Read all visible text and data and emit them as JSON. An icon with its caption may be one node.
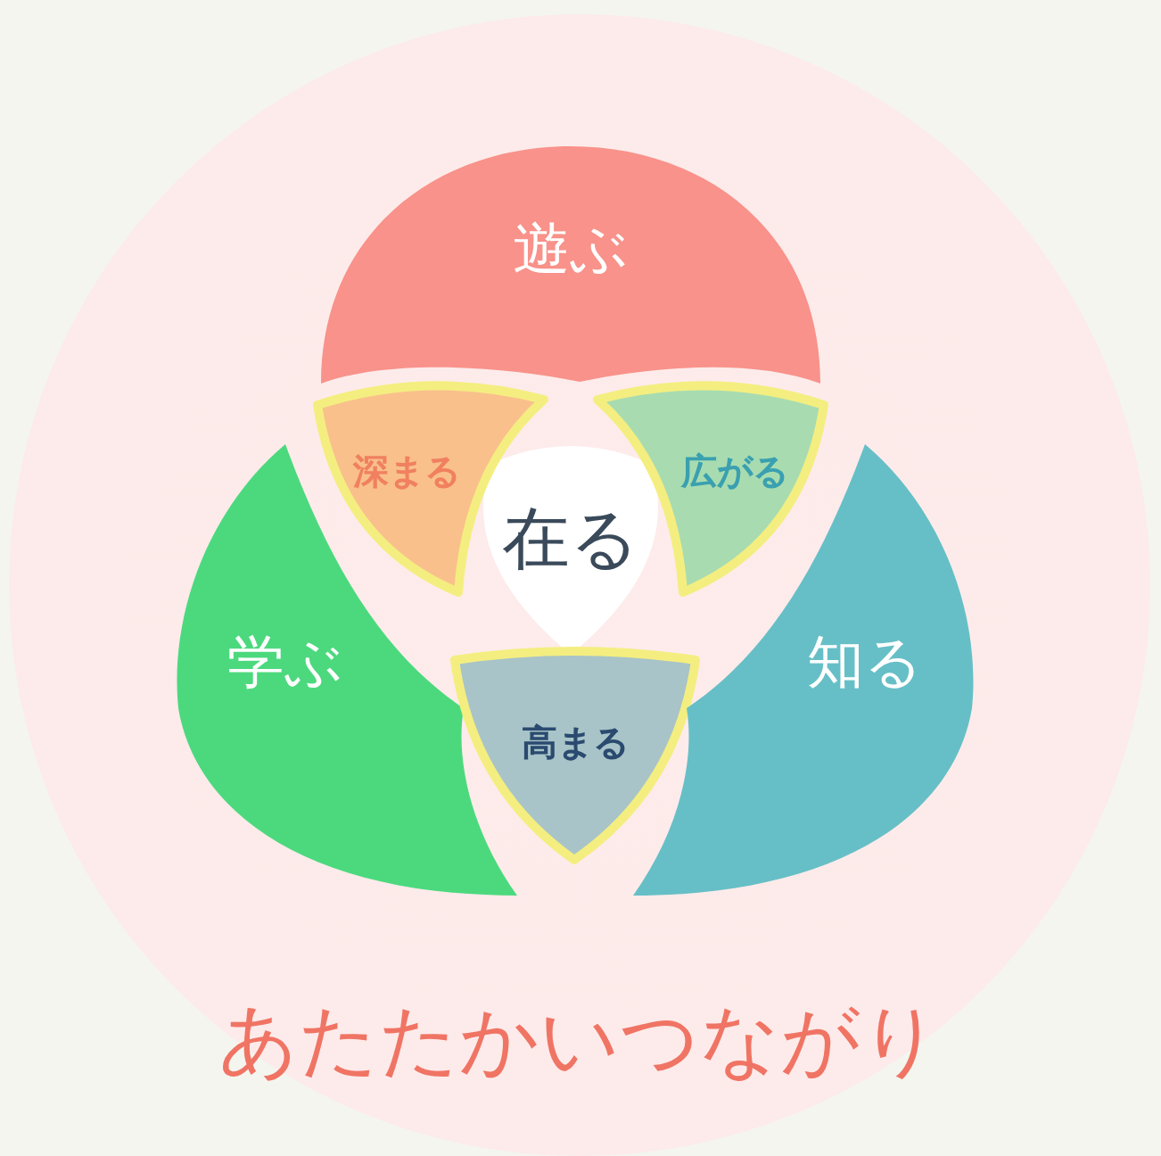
{
  "diagram": {
    "nodes": [
      {
        "text": [
          "あたたかいつながり"
        ]
      },
      {
        "text": [
          "遊ぶ"
        ],
        "in": 0
      },
      {
        "text": [
          "深まる"
        ],
        "in": 0
      },
      {
        "text": [
          "広がる"
        ],
        "in": 0
      },
      {
        "text": [
          "在る"
        ],
        "in": 0
      },
      {
        "text": [
          "学ぶ"
        ],
        "in": 0
      },
      {
        "text": [
          "高まる"
        ],
        "in": 0
      },
      {
        "text": [
          "知る"
        ],
        "in": 0
      }
    ],
    "edges": []
  }
}
